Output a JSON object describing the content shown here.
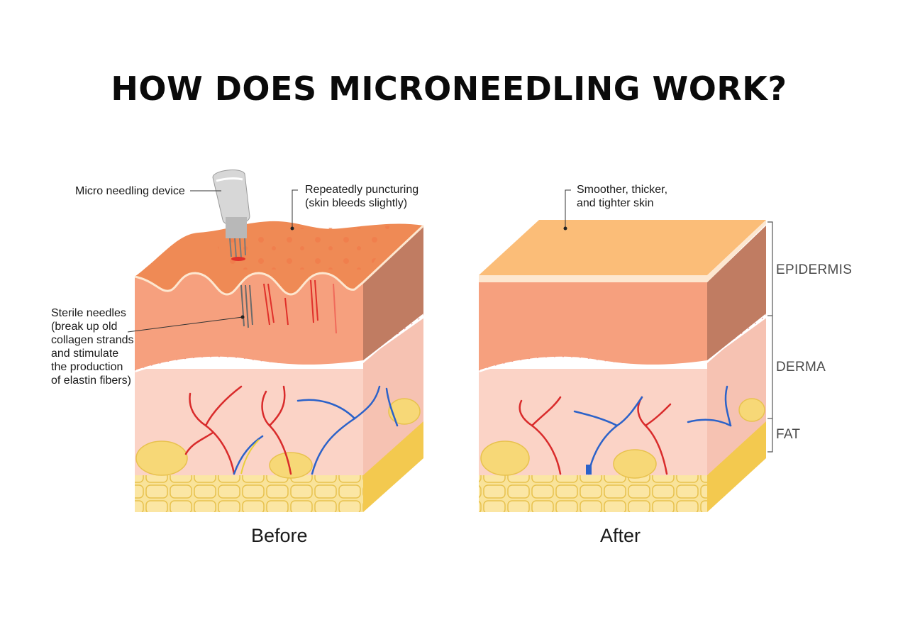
{
  "title": "HOW DOES MICRONEEDLING WORK?",
  "before": {
    "caption": "Before",
    "labels": {
      "device": "Micro needling device",
      "puncture": [
        "Repeatedly puncturing",
        "(skin bleeds slightly)"
      ],
      "needles": [
        "Sterile needles",
        "(break up old",
        "collagen strands",
        "and stimulate",
        "the production",
        "of elastin fibers)"
      ]
    }
  },
  "after": {
    "caption": "After",
    "labels": {
      "smoother": [
        "Smoother, thicker,",
        "and tighter skin"
      ]
    }
  },
  "layers": [
    "EPIDERMIS",
    "DERMA",
    "FAT"
  ],
  "colors": {
    "epidermis_top": "#ef8a55",
    "epidermis": "#f6a07e",
    "epidermis_side": "#c07c62",
    "derma": "#fbd3c6",
    "fat": "#f7d877",
    "artery": "#d92b2b",
    "vein": "#2b62c9",
    "after_top": "#fbbd78"
  }
}
